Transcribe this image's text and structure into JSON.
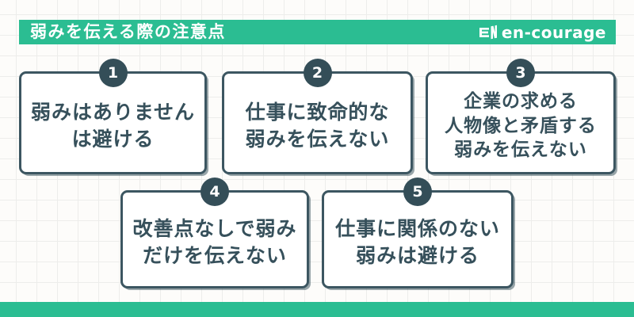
{
  "colors": {
    "teal": "#2bbd92",
    "dark": "#36505b"
  },
  "header": {
    "title": "弱みを伝える際の注意点",
    "brand": "en-courage",
    "brand_icon": "book-icon"
  },
  "cards": [
    {
      "number": "1",
      "lines": [
        "弱みはありません",
        "は避ける"
      ]
    },
    {
      "number": "2",
      "lines": [
        "仕事に致命的な",
        "弱みを伝えない"
      ]
    },
    {
      "number": "3",
      "lines": [
        "企業の求める",
        "人物像と矛盾する",
        "弱みを伝えない"
      ]
    },
    {
      "number": "4",
      "lines": [
        "改善点なしで弱み",
        "だけを伝えない"
      ]
    },
    {
      "number": "5",
      "lines": [
        "仕事に関係のない",
        "弱みは避ける"
      ]
    }
  ]
}
